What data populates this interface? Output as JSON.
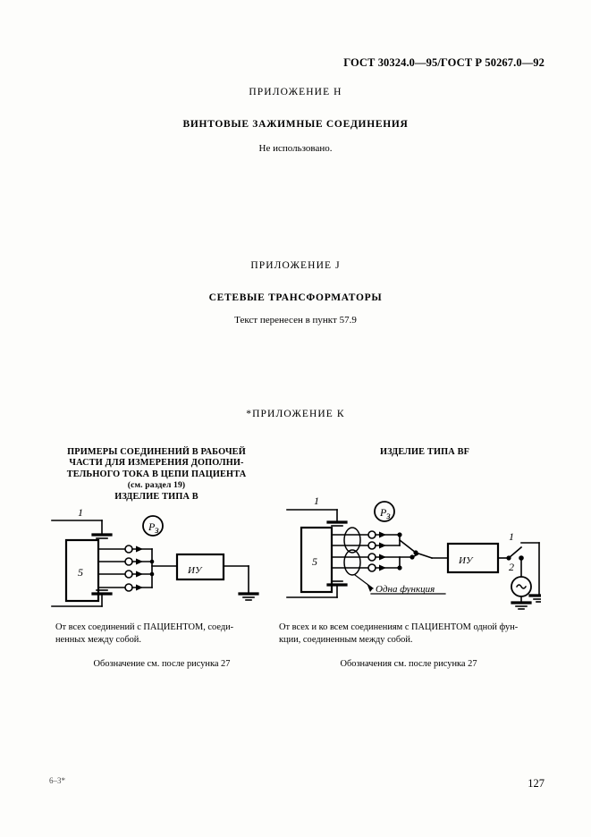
{
  "page": {
    "header": "ГОСТ 30324.0—95/ГОСТ Р 50267.0—92",
    "footer_left": "6–3*",
    "page_number": "127"
  },
  "annex_h": {
    "title": "ПРИЛОЖЕНИЕ Н",
    "heading": "ВИНТОВЫЕ ЗАЖИМНЫЕ СОЕДИНЕНИЯ",
    "note": "Не использовано."
  },
  "annex_j": {
    "title": "ПРИЛОЖЕНИЕ J",
    "heading": "СЕТЕВЫЕ ТРАНСФОРМАТОРЫ",
    "note": "Текст перенесен в пункт 57.9"
  },
  "annex_k": {
    "title": "*ПРИЛОЖЕНИЕ К",
    "left": {
      "title_line1": "ПРИМЕРЫ СОЕДИНЕНИЙ В РАБОЧЕЙ",
      "title_line2": "ЧАСТИ ДЛЯ ИЗМЕРЕНИЯ ДОПОЛНИ-",
      "title_line3": "ТЕЛЬНОГО ТОКА В ЦЕПИ ПАЦИЕНТА",
      "title_line4": "(см. раздел 19)",
      "title_line5": "ИЗДЕЛИЕ ТИПА В",
      "diagram": {
        "label_1": "1",
        "label_5": "5",
        "meter_label": "Р",
        "meter_sub": "з",
        "box_label": "ИУ"
      },
      "caption_line1": "От всех соединений с ПАЦИЕНТОМ, соеди-",
      "caption_line2": "ненных между собой.",
      "ref": "Обозначение см. после рисунка 27"
    },
    "right": {
      "title_line1": "ИЗДЕЛИЕ ТИПА BF",
      "diagram": {
        "label_1": "1",
        "label_5": "5",
        "meter_label": "Р",
        "meter_sub": "з",
        "box_label": "ИУ",
        "group_label": "Одна функция",
        "switch_pos_1": "1",
        "switch_pos_2": "2",
        "source_symbol": "∿"
      },
      "caption_line1": "От всех и ко всем соединениям с ПАЦИЕНТОМ одной фун-",
      "caption_line2": "кции, соединенным между собой.",
      "ref": "Обозначения см. после рисунка 27"
    }
  }
}
